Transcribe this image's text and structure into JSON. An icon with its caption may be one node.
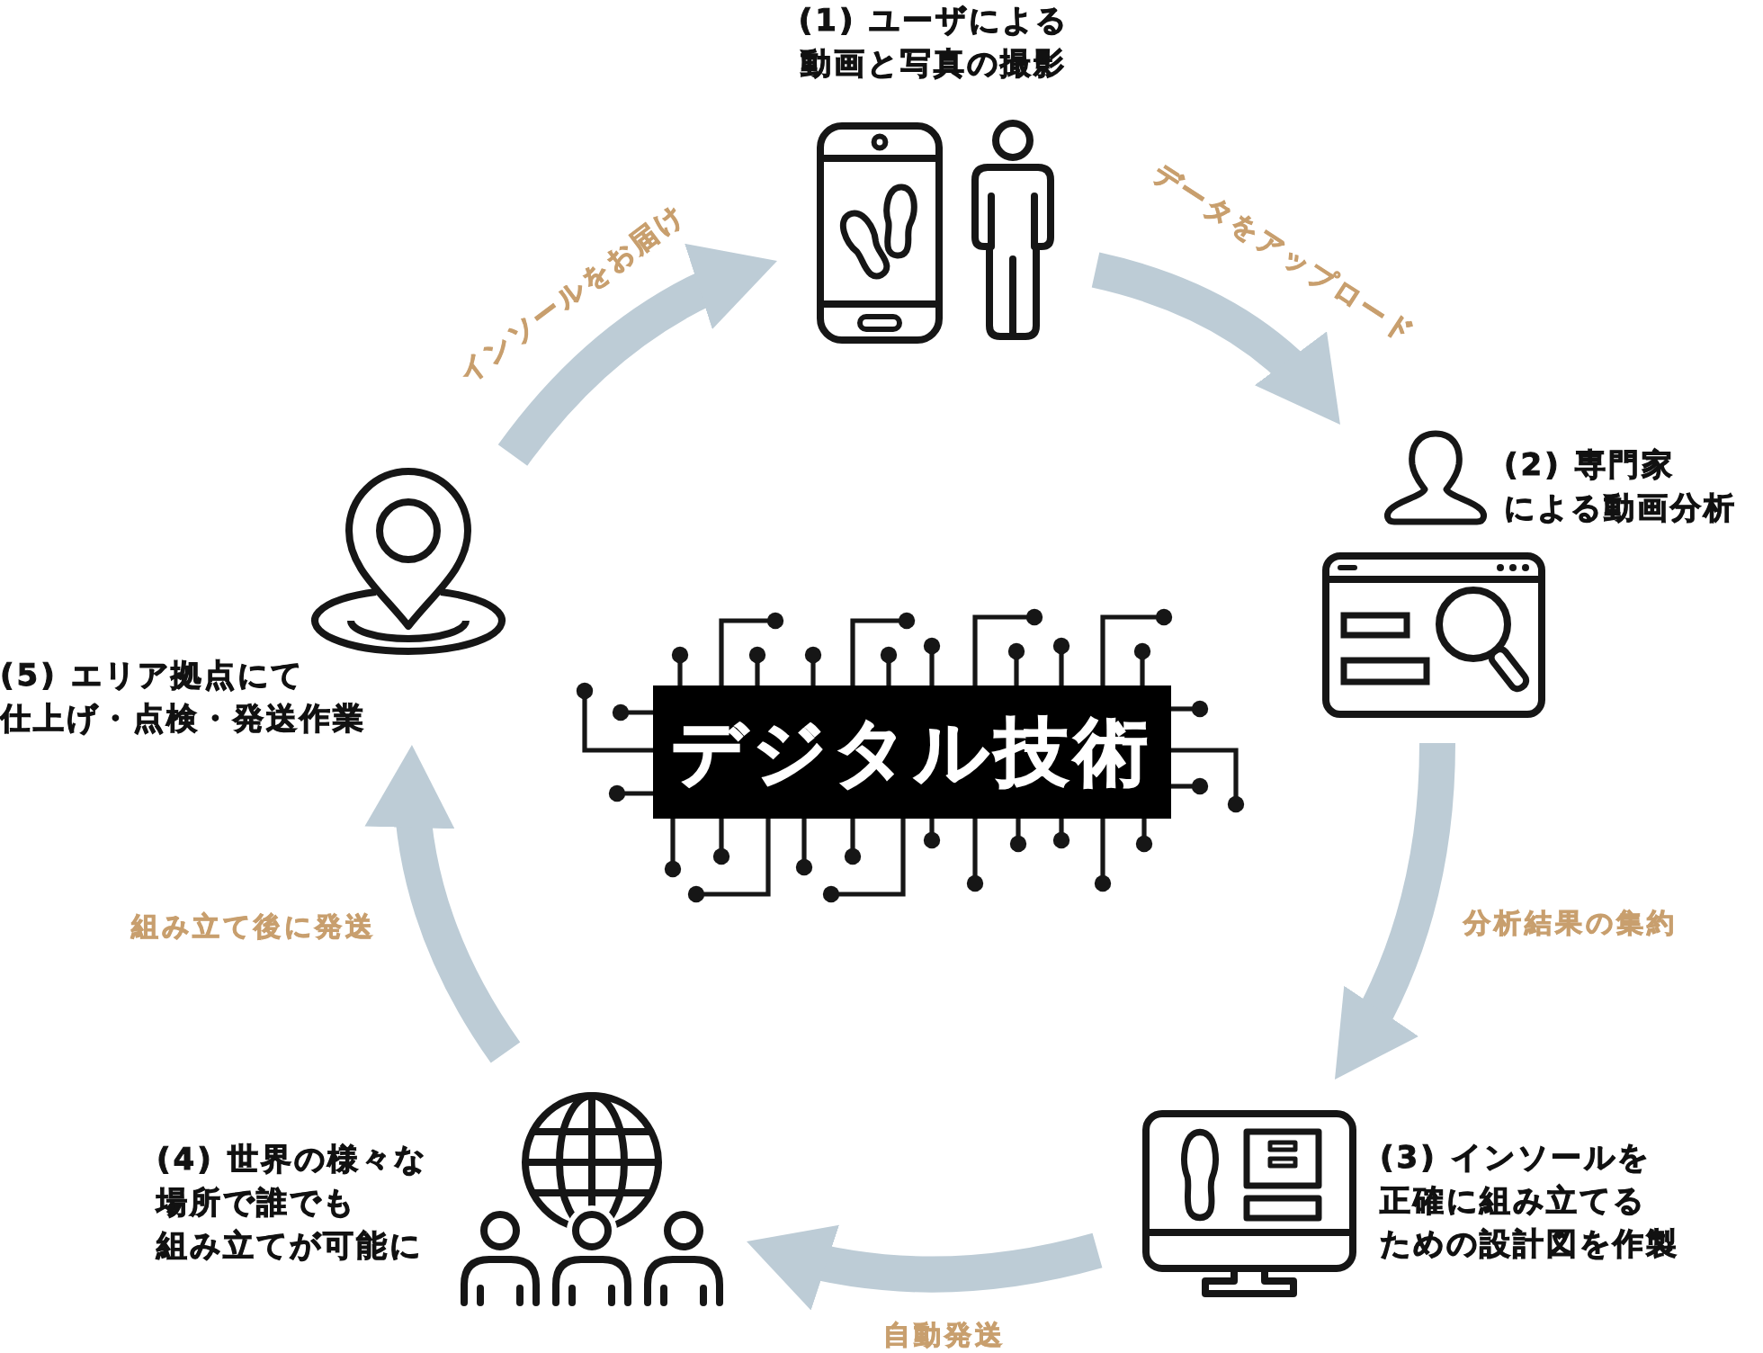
{
  "diagram": {
    "nodes": [
      {
        "text": [
          "(1) ユーザによる動画と写真の撮影"
        ]
      },
      {
        "text": [
          "(2) 専門家による動画分析"
        ]
      },
      {
        "text": [
          "(3) インソールを正確に組み立てるための設計図を作製"
        ]
      },
      {
        "text": [
          "(4) 世界の様々な場所で誰でも組み立てが可能に"
        ]
      },
      {
        "text": [
          "(5) エリア拠点にて仕上げ・点検・発送作業"
        ]
      },
      {
        "text": [
          "デジタル技術"
        ]
      }
    ],
    "edges": [
      {
        "from": 0,
        "to": 1,
        "arrow": "to",
        "label": "データをアップロード"
      },
      {
        "from": 1,
        "to": 2,
        "arrow": "to",
        "label": "分析結果の集約"
      },
      {
        "from": 2,
        "to": 3,
        "arrow": "to",
        "label": "自動発送"
      },
      {
        "from": 3,
        "to": 4,
        "arrow": "to",
        "label": "組み立て後に発送"
      },
      {
        "from": 4,
        "to": 0,
        "arrow": "to",
        "label": "インソールをお届け"
      }
    ]
  }
}
